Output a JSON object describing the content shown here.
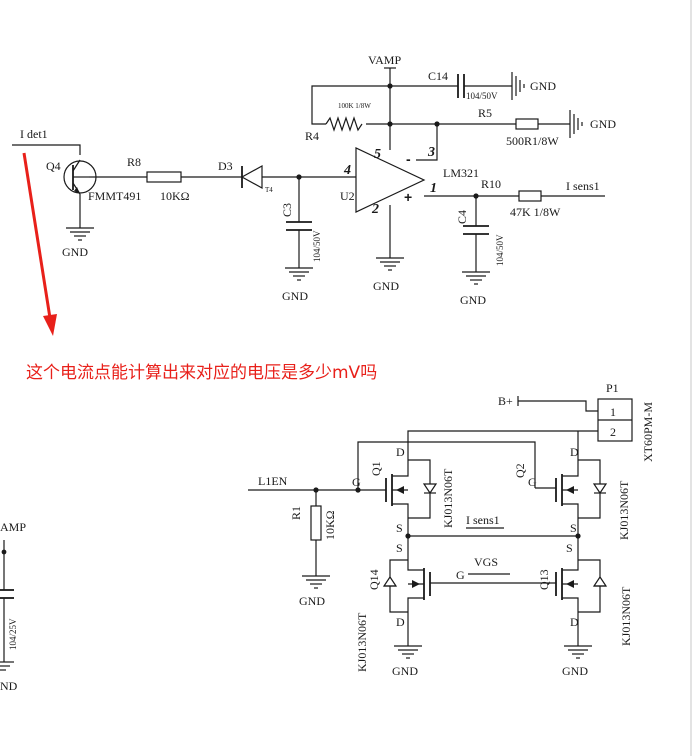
{
  "annotation": {
    "question": "这个电流点能计算出来对应的电压是多少mV吗",
    "color": "#e8201a"
  },
  "top_circuit": {
    "idet1": "I det1",
    "q4": {
      "ref": "Q4",
      "part": "FMMT491"
    },
    "r8": {
      "ref": "R8",
      "value": "10KΩ"
    },
    "d3": {
      "ref": "D3",
      "code": "T4"
    },
    "c3": {
      "ref": "C3",
      "value": "104/50V"
    },
    "vamp": "VAMP",
    "c14": {
      "ref": "C14",
      "value": "104/50V"
    },
    "r4": {
      "ref": "R4",
      "value": "100K 1/8W"
    },
    "r5": {
      "ref": "R5",
      "value": "500R1/8W"
    },
    "u2": {
      "ref": "U2",
      "part": "LM321",
      "pins": [
        "5",
        "3",
        "4",
        "1",
        "2"
      ],
      "minus": "-",
      "plus": "+"
    },
    "r10": {
      "ref": "R10",
      "value": "47K 1/8W"
    },
    "isens1": "I sens1",
    "c4": {
      "ref": "C4",
      "value": "104/50V"
    },
    "gnd": "GND"
  },
  "bottom_circuit": {
    "bplus": "B+",
    "p1": {
      "ref": "P1",
      "part": "XT60PM-M",
      "pins": [
        "1",
        "2"
      ]
    },
    "l1en": "L1EN",
    "r1": {
      "ref": "R1",
      "value": "10KΩ"
    },
    "q1": {
      "ref": "Q1",
      "part": "KJ013N06T"
    },
    "q2": {
      "ref": "Q2",
      "part": "KJ013N06T"
    },
    "q14": {
      "ref": "Q14",
      "part": "KJ013N06T"
    },
    "q13": {
      "ref": "Q13",
      "part": "KJ013N06T"
    },
    "isens1": "I sens1",
    "vgs": "VGS",
    "pin_g": "G",
    "pin_d": "D",
    "pin_s": "S",
    "gnd": "GND"
  },
  "left_partial": {
    "vamp": "AMP",
    "cap_value": "104/25V",
    "gnd": "ND"
  }
}
